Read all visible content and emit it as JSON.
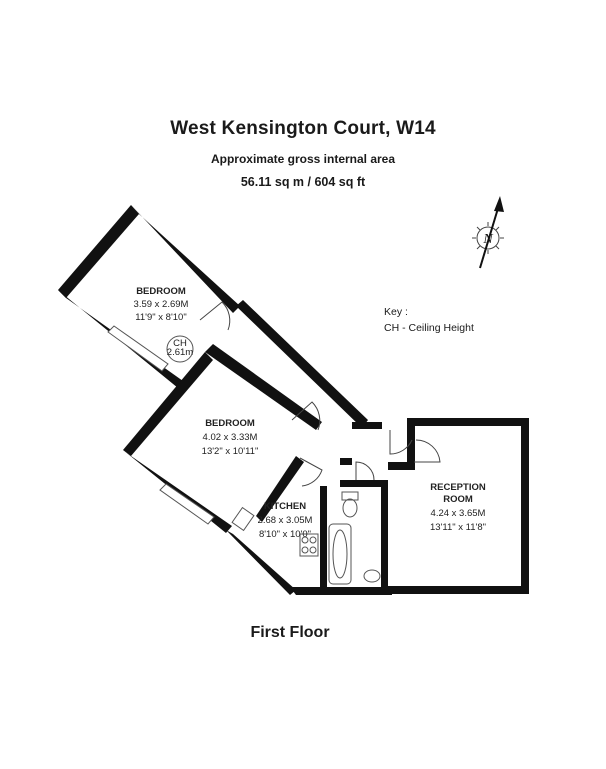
{
  "header": {
    "title": "West Kensington Court, W14",
    "subtitle": "Approximate gross internal area",
    "area": "56.11 sq m /  604 sq ft"
  },
  "compass": {
    "letter": "N"
  },
  "key": {
    "label": "Key :",
    "entry": "CH - Ceiling Height"
  },
  "rooms": {
    "bedroom1": {
      "name": "BEDROOM",
      "metric": "3.59 x 2.69M",
      "imperial": "11'9\" x 8'10\""
    },
    "bedroom2": {
      "name": "BEDROOM",
      "metric": "4.02 x 3.33M",
      "imperial": "13'2\" x 10'11\""
    },
    "kitchen": {
      "name": "KITCHEN",
      "metric": "2.68 x 3.05M",
      "imperial": "8'10\" x 10'0\""
    },
    "reception": {
      "name_line1": "RECEPTION",
      "name_line2": "ROOM",
      "metric": "4.24 x 3.65M",
      "imperial": "13'11\" x 11'8\""
    }
  },
  "ceiling_height": {
    "label": "CH",
    "value": "2.61m"
  },
  "floor_label": "First Floor"
}
